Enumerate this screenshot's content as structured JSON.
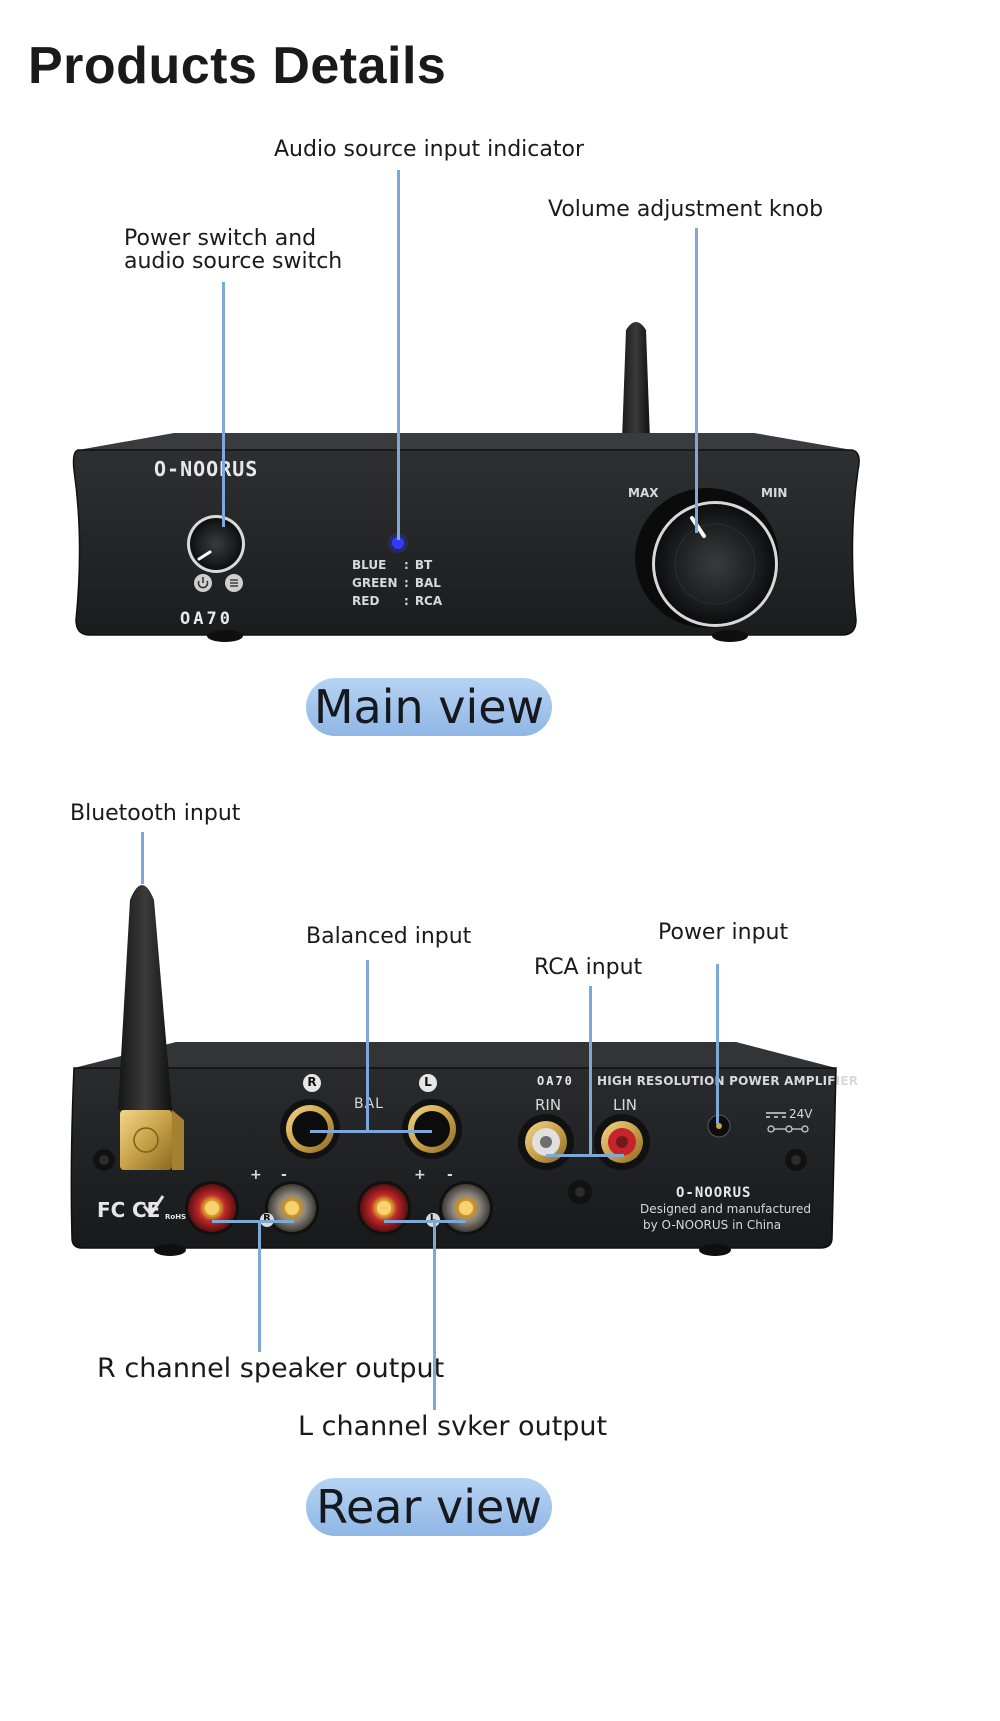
{
  "page": {
    "title": "Products Details"
  },
  "main_view": {
    "label": "Main view",
    "callouts": {
      "audio_indicator": "Audio source input indicator",
      "volume_knob": "Volume adjustment knob",
      "power_switch_line1": "Power switch and",
      "power_switch_line2": "audio source switch"
    },
    "device": {
      "brand": "O-NOORUS",
      "model": "OA70",
      "knob_max": "MAX",
      "knob_min": "MIN",
      "led_legend": [
        {
          "color": "BLUE",
          "source": "BT"
        },
        {
          "color": "GREEN",
          "source": "BAL"
        },
        {
          "color": "RED",
          "source": "RCA"
        }
      ]
    }
  },
  "rear_view": {
    "label": "Rear view",
    "callouts": {
      "bluetooth": "Bluetooth input",
      "balanced": "Balanced input",
      "power": "Power input",
      "rca": "RCA input",
      "r_speaker": "R channel speaker output",
      "l_speaker": "L channel svker output"
    },
    "device": {
      "header": "HIGH RESOLUTION POWER AMPLIFIER",
      "model": "OA70",
      "bal": "BAL",
      "bal_r": "R",
      "bal_l": "L",
      "rin": "RIN",
      "lin": "LIN",
      "voltage": "24V",
      "brand": "O-NOORUS",
      "made_line1": "Designed and manufactured",
      "made_line2": "by O-NOORUS in China",
      "cert_fc": "FC",
      "cert_ce": "CE",
      "cert_rohs": "RoHS",
      "plus": "+",
      "minus": "-",
      "ch_r": "R",
      "ch_l": "L"
    }
  },
  "colors": {
    "leader": "#7ea8d6",
    "pill": "#a9c8ee",
    "chassis": "#232426",
    "led_blue": "#2f3dff"
  }
}
